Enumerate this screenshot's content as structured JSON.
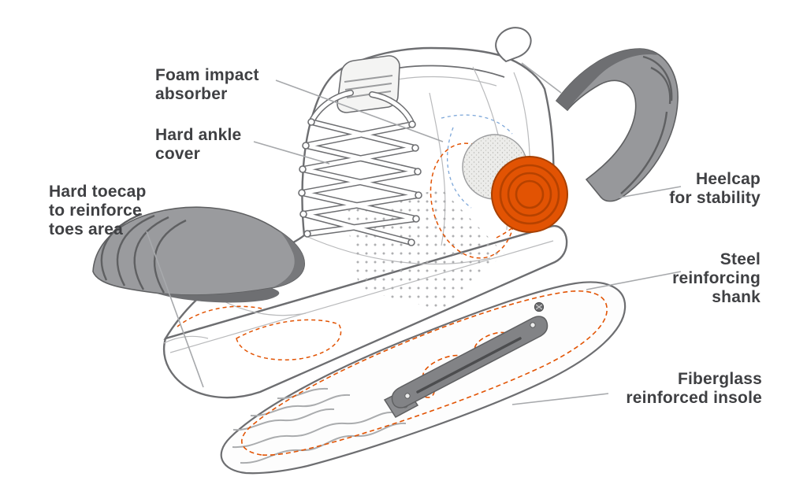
{
  "diagram": {
    "labels": {
      "foam": {
        "text": "Foam impact\nabsorber"
      },
      "ankle": {
        "text": "Hard ankle\ncover"
      },
      "toecap": {
        "text": "Hard toecap\nto reinforce\ntoes area"
      },
      "heelcap": {
        "text": "Heelcap\nfor stability"
      },
      "shank": {
        "text": "Steel\nreinforcing\nshank"
      },
      "insole": {
        "text": "Fiberglass\nreinforced insole"
      }
    },
    "colors": {
      "accent_orange": "#E25303",
      "line_art": "#6d6e71",
      "shell_gray": "#97989b",
      "leader_line": "#a7a9ac",
      "text": "#3f4043"
    }
  }
}
